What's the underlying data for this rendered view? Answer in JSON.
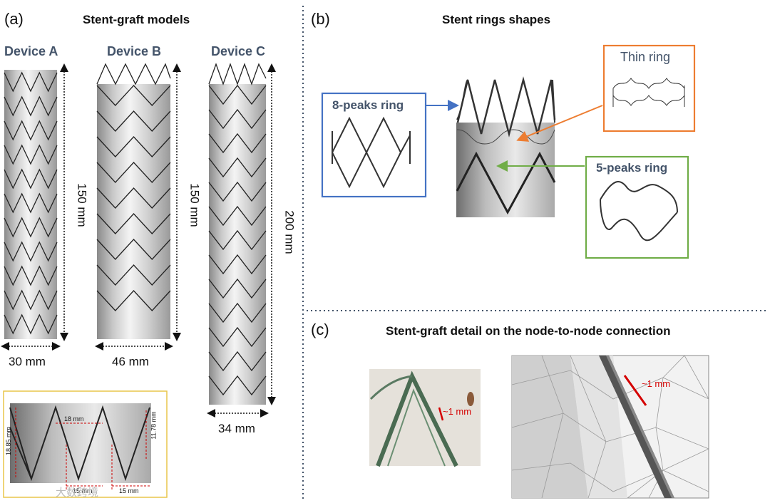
{
  "panel_a": {
    "label": "(a)",
    "title": "Stent-graft models",
    "devices": [
      {
        "name": "Device A",
        "length_label": "150 mm",
        "diameter_label": "30 mm"
      },
      {
        "name": "Device B",
        "length_label": "150 mm",
        "diameter_label": "46 mm"
      },
      {
        "name": "Device C",
        "length_label": "200 mm",
        "diameter_label": "34 mm"
      }
    ],
    "detail": {
      "peak_height": "18.85 mm",
      "peak_spacing": "18 mm",
      "inner_height": "11.78 mm",
      "gap_1": "15 mm",
      "gap_2": "15 mm",
      "detail_border_color": "#e8c64a"
    }
  },
  "panel_b": {
    "label": "(b)",
    "title": "Stent rings shapes",
    "eight_peaks": {
      "label": "8-peaks ring",
      "color": "#4472c4"
    },
    "thin_ring": {
      "label": "Thin ring",
      "color": "#ed7d31"
    },
    "five_peaks": {
      "label": "5-peaks ring",
      "color": "#70ad47"
    }
  },
  "panel_c": {
    "label": "(c)",
    "title": "Stent-graft detail on the node-to-node connection",
    "photo_annotation": "~1 mm",
    "mesh_annotation": "~1 mm"
  },
  "watermark": "大数跨境"
}
